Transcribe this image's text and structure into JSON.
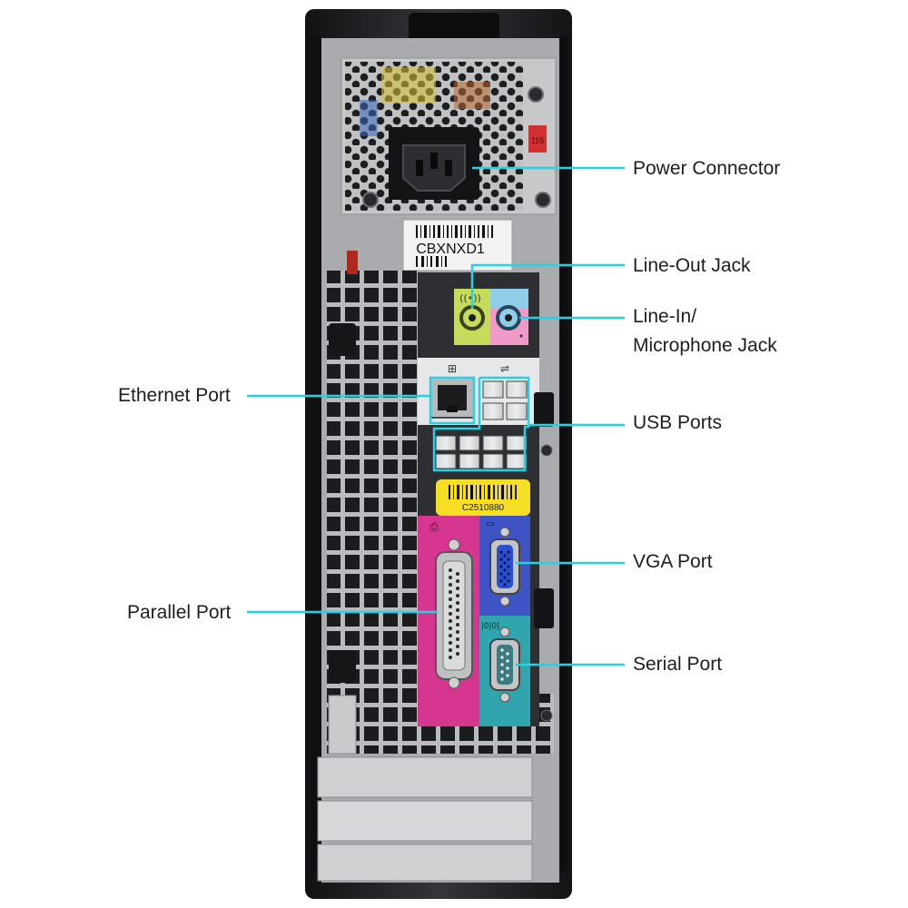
{
  "colors": {
    "callout_line": "#22d3e6",
    "chassis": "#26272b",
    "panel": "#a9abae",
    "audio_green": "#c4dc5a",
    "audio_pink": "#f09ac8",
    "audio_blue": "#8fcde8",
    "parallel_magenta": "#d6368f",
    "vga_blue": "#3e53c4",
    "serial_teal": "#30a5ae",
    "sticker_yellow": "#f6df22"
  },
  "stickers": {
    "psu_barcode_text": "CBXNXD1",
    "service_tag_text": "C2510880",
    "psu_switch_text": "115"
  },
  "callouts": {
    "power_connector": "Power Connector",
    "line_out_jack": "Line-Out Jack",
    "line_in_line1": "Line-In/",
    "line_in_line2": "Microphone Jack",
    "ethernet_port": "Ethernet Port",
    "usb_ports": "USB Ports",
    "vga_port": "VGA Port",
    "parallel_port": "Parallel Port",
    "serial_port": "Serial Port"
  }
}
